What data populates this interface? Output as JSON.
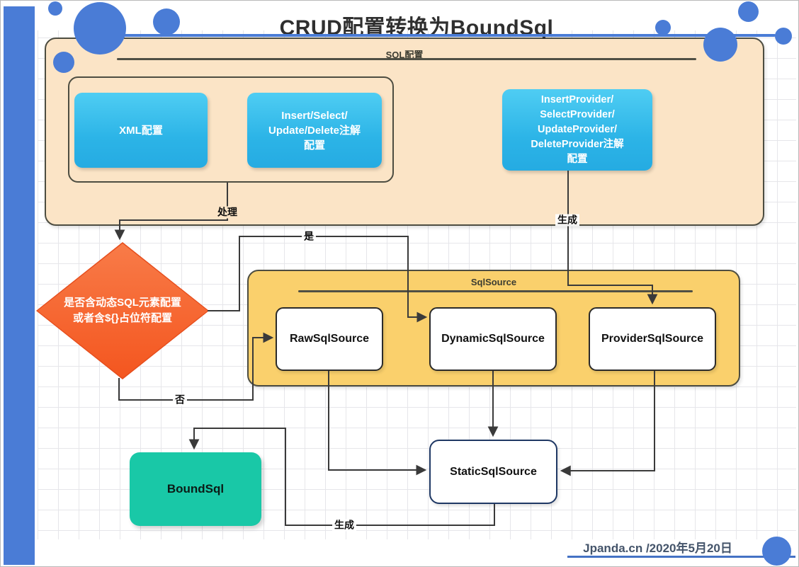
{
  "title": "CRUD配置转换为BoundSql",
  "sql_config_group": {
    "label": "SQL配置",
    "nodes": {
      "xml": {
        "label": "XML配置"
      },
      "annotation": {
        "lines": [
          "Insert/Select/",
          "Update/Delete注解",
          "配置"
        ]
      },
      "provider": {
        "lines": [
          "InsertProvider/",
          "SelectProvider/",
          "UpdateProvider/",
          "DeleteProvider注解",
          "配置"
        ]
      }
    }
  },
  "decision": {
    "lines": [
      "是否含动态SQL元素配置",
      "或者含${}占位符配置"
    ]
  },
  "sqlsource_group": {
    "label": "SqlSource",
    "nodes": {
      "raw": {
        "label": "RawSqlSource"
      },
      "dynamic": {
        "label": "DynamicSqlSource"
      },
      "provider": {
        "label": "ProviderSqlSource"
      }
    }
  },
  "static_node": {
    "label": "StaticSqlSource"
  },
  "bound_node": {
    "label": "BoundSql"
  },
  "edge_labels": {
    "process": "处理",
    "yes": "是",
    "no": "否",
    "generate_top": "生成",
    "generate_bottom": "生成"
  },
  "footer": {
    "credit": "Jpanda.cn /2020年5月20日"
  },
  "colors": {
    "accent_blue": "#4a7cd6",
    "panel_peach": "#fbe4c6",
    "panel_yellow": "#fad06c",
    "node_blue": "#2fbce9",
    "node_teal": "#19c8a7",
    "diamond_orange": "#f4551f",
    "wire_dark": "#3a3a3a",
    "footer_underline": "#4472c4"
  }
}
